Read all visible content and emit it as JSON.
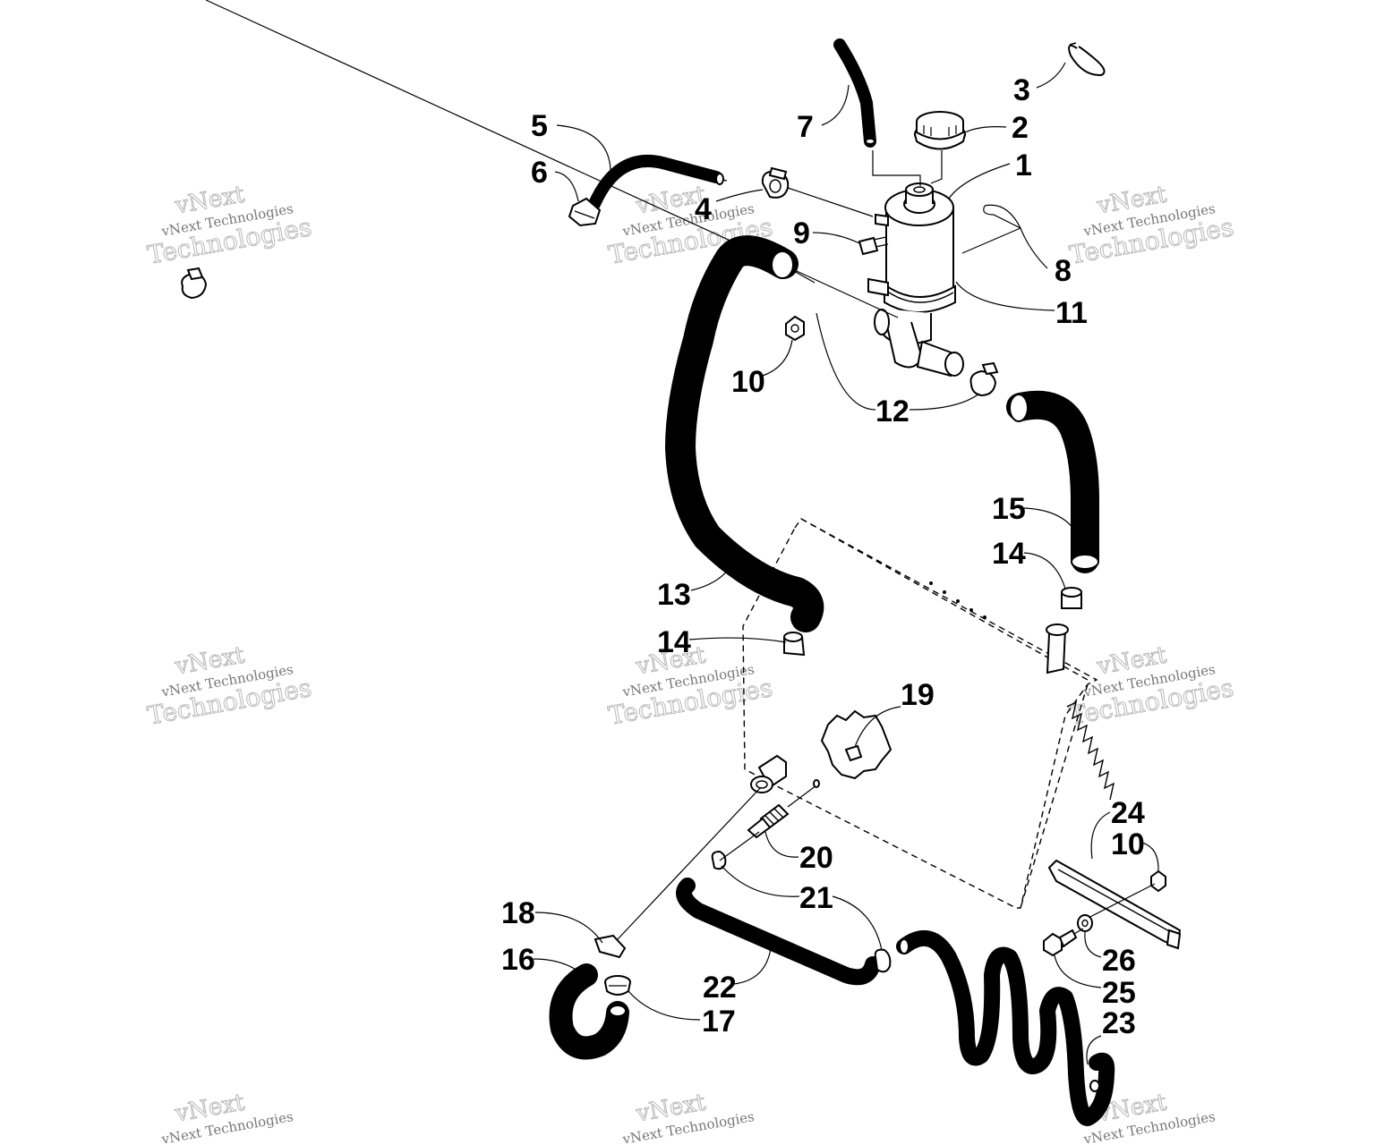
{
  "callouts": [
    "1",
    "2",
    "3",
    "4",
    "5",
    "6",
    "7",
    "8",
    "9",
    "10",
    "11",
    "12",
    "13",
    "14",
    "15",
    "16",
    "17",
    "18",
    "19",
    "20",
    "21",
    "22",
    "23",
    "24",
    "25",
    "26"
  ],
  "labels": {
    "c1": "1",
    "c2": "2",
    "c3": "3",
    "c4": "4",
    "c5": "5",
    "c6": "6",
    "c7": "7",
    "c8": "8",
    "c9": "9",
    "c10a": "10",
    "c10b": "10",
    "c11": "11",
    "c12": "12",
    "c13": "13",
    "c14a": "14",
    "c14b": "14",
    "c15": "15",
    "c16": "16",
    "c17": "17",
    "c18": "18",
    "c19": "19",
    "c20": "20",
    "c21": "21",
    "c22": "22",
    "c23": "23",
    "c24": "24",
    "c25": "25",
    "c26": "26"
  },
  "watermark": {
    "brand": "vNext",
    "company": "vNext Technologies",
    "word": "Technologies"
  }
}
